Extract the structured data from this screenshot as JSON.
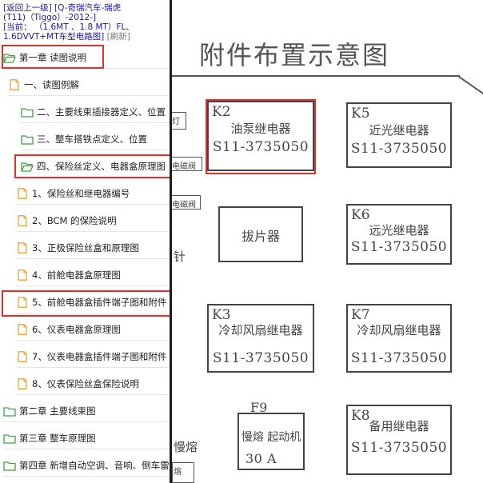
{
  "header": {
    "back_link": "[返回上一级]",
    "model_link": "[Q-奇瑞汽车-瑞虎",
    "model_line2": "(T11)（Tiggo）-2012-]",
    "current_label": "[当前：",
    "current_value": "（1.6MT 、1.8 MT）FL、",
    "current_value2": "1.6DVVT+MT车型电路图]",
    "refresh": "[刷新]"
  },
  "tree": [
    {
      "label": "第一章 读图说明",
      "icon": "folder-open-icon",
      "level": 0
    },
    {
      "label": "一、读图例解",
      "icon": "page-icon",
      "level": 1
    },
    {
      "label": "二、主要线束插接器定义、位置",
      "icon": "folder-icon",
      "level": 2
    },
    {
      "label": "三、整车搭铁点定义、位置",
      "icon": "folder-icon",
      "level": 2
    },
    {
      "label": "四、保险丝定义、电器盒原理图",
      "icon": "folder-open-icon",
      "level": 2
    },
    {
      "label": "1、保险丝和继电器编号",
      "icon": "page-icon",
      "level": 3
    },
    {
      "label": "2、BCM 的保险说明",
      "icon": "page-icon",
      "level": 3
    },
    {
      "label": "3、正极保险丝盒和原理图",
      "icon": "page-icon",
      "level": 3
    },
    {
      "label": "4、前舱电器盒原理图",
      "icon": "page-icon",
      "level": 3
    },
    {
      "label": "5、前舱电器盒插件端子图和附件",
      "icon": "page-icon",
      "level": 3
    },
    {
      "label": "6、仪表电器盒原理图",
      "icon": "page-icon",
      "level": 3
    },
    {
      "label": "7、仪表电器盒插件端子图和附件",
      "icon": "page-icon",
      "level": 3
    },
    {
      "label": "8、仪表保险丝盒保险说明",
      "icon": "page-icon",
      "level": 3
    },
    {
      "label": "第二章 主要线束图",
      "icon": "folder-icon",
      "level": 0
    },
    {
      "label": "第三章 整车原理图",
      "icon": "folder-icon",
      "level": 0
    },
    {
      "label": "第四章 新增自动空调、音响、倒车雷达",
      "icon": "folder-icon",
      "level": 0
    }
  ],
  "drawing": {
    "title": "附件布置示意图",
    "side_labels": [
      "灯",
      "电磁阀",
      "电磁阀"
    ],
    "side_texts": [
      "针",
      "慢熔",
      "熔"
    ],
    "relays": [
      {
        "code": "K2",
        "name": "油泵继电器",
        "part_no": "S11-3735050"
      },
      {
        "code": "K5",
        "name": "近光继电器",
        "part_no": "S11-3735050"
      },
      {
        "code": "",
        "name": "拔片器",
        "part_no": ""
      },
      {
        "code": "K6",
        "name": "远光继电器",
        "part_no": "S11-3735050"
      },
      {
        "code": "K3",
        "name": "冷却风扇继电器",
        "part_no": "S11-3735050"
      },
      {
        "code": "K7",
        "name": "冷却风扇继电器",
        "part_no": "S11-3735050"
      },
      {
        "code": "F9",
        "name": "慢熔 起动机",
        "part_no": "30 A"
      },
      {
        "code": "K8",
        "name": "备用继电器",
        "part_no": "S11-3735050"
      }
    ]
  },
  "colors": {
    "highlight": "#e0302c",
    "link": "#1a1a9e",
    "folder": "#3aa83a",
    "page": "#f0a030"
  }
}
